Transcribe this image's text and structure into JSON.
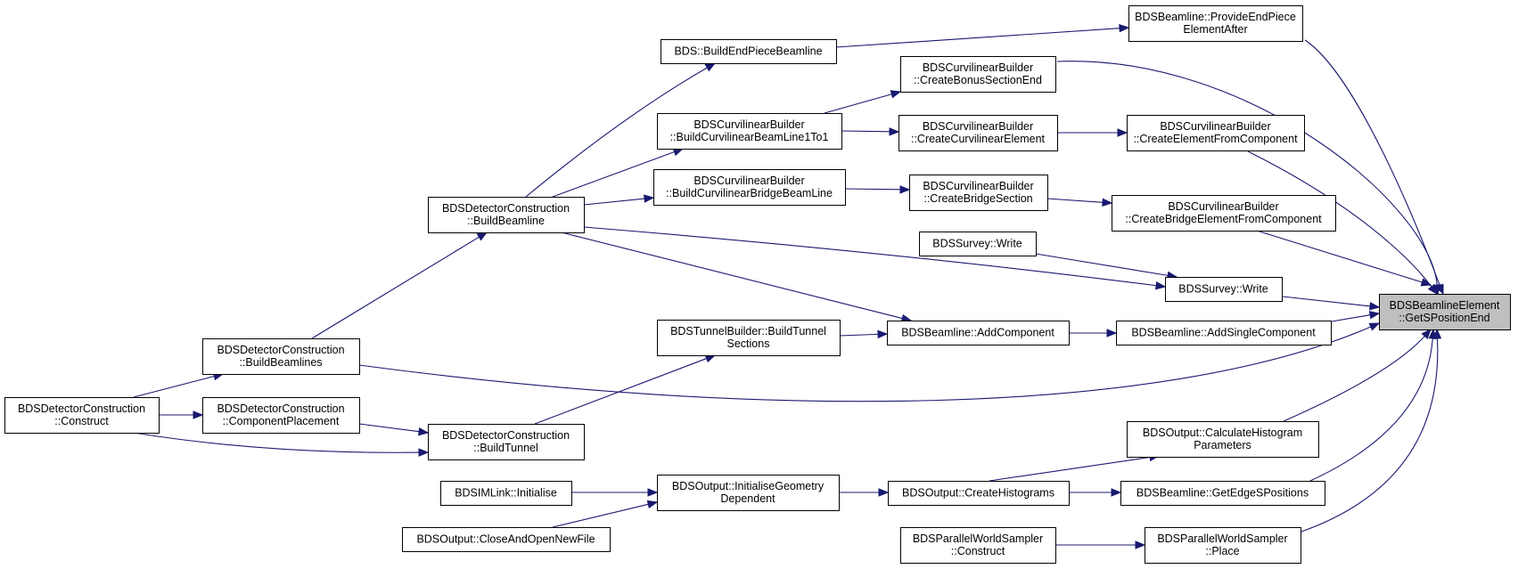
{
  "nodes": [
    {
      "id": "getspos",
      "lines": [
        "BDSBeamlineElement",
        "::GetSPositionEnd"
      ],
      "highlight": true
    },
    {
      "id": "endpiece",
      "lines": [
        "BDSBeamline::ProvideEndPiece",
        "ElementAfter"
      ]
    },
    {
      "id": "bds_buildend",
      "lines": [
        "BDS::BuildEndPieceBeamline"
      ]
    },
    {
      "id": "bonus",
      "lines": [
        "BDSCurvilinearBuilder",
        "::CreateBonusSectionEnd"
      ]
    },
    {
      "id": "buildcurv1to1",
      "lines": [
        "BDSCurvilinearBuilder",
        "::BuildCurvilinearBeamLine1To1"
      ]
    },
    {
      "id": "createcurvel",
      "lines": [
        "BDSCurvilinearBuilder",
        "::CreateCurvilinearElement"
      ]
    },
    {
      "id": "elemfromcomp",
      "lines": [
        "BDSCurvilinearBuilder",
        "::CreateElementFromComponent"
      ]
    },
    {
      "id": "buildbridge",
      "lines": [
        "BDSCurvilinearBuilder",
        "::BuildCurvilinearBridgeBeamLine"
      ]
    },
    {
      "id": "bridgesect",
      "lines": [
        "BDSCurvilinearBuilder",
        "::CreateBridgeSection"
      ]
    },
    {
      "id": "bridgeelem",
      "lines": [
        "BDSCurvilinearBuilder",
        "::CreateBridgeElementFromComponent"
      ]
    },
    {
      "id": "buildbeamline",
      "lines": [
        "BDSDetectorConstruction",
        "::BuildBeamline"
      ]
    },
    {
      "id": "survey1",
      "lines": [
        "BDSSurvey::Write"
      ]
    },
    {
      "id": "survey2",
      "lines": [
        "BDSSurvey::Write"
      ]
    },
    {
      "id": "tunnelsect",
      "lines": [
        "BDSTunnelBuilder::BuildTunnel",
        "Sections"
      ]
    },
    {
      "id": "addcomp",
      "lines": [
        "BDSBeamline::AddComponent"
      ]
    },
    {
      "id": "addsingle",
      "lines": [
        "BDSBeamline::AddSingleComponent"
      ]
    },
    {
      "id": "buildbeamlines",
      "lines": [
        "BDSDetectorConstruction",
        "::BuildBeamlines"
      ]
    },
    {
      "id": "construct",
      "lines": [
        "BDSDetectorConstruction",
        "::Construct"
      ]
    },
    {
      "id": "compplace",
      "lines": [
        "BDSDetectorConstruction",
        "::ComponentPlacement"
      ]
    },
    {
      "id": "buildtunnel",
      "lines": [
        "BDSDetectorConstruction",
        "::BuildTunnel"
      ]
    },
    {
      "id": "histparams",
      "lines": [
        "BDSOutput::CalculateHistogram",
        "Parameters"
      ]
    },
    {
      "id": "imlink",
      "lines": [
        "BDSIMLink::Initialise"
      ]
    },
    {
      "id": "initgeom",
      "lines": [
        "BDSOutput::InitialiseGeometry",
        "Dependent"
      ]
    },
    {
      "id": "createhist",
      "lines": [
        "BDSOutput::CreateHistograms"
      ]
    },
    {
      "id": "edgespos",
      "lines": [
        "BDSBeamline::GetEdgeSPositions"
      ]
    },
    {
      "id": "closeopen",
      "lines": [
        "BDSOutput::CloseAndOpenNewFile"
      ]
    },
    {
      "id": "pwsconstruct",
      "lines": [
        "BDSParallelWorldSampler",
        "::Construct"
      ]
    },
    {
      "id": "pwsplace",
      "lines": [
        "BDSParallelWorldSampler",
        "::Place"
      ]
    }
  ],
  "edges": [
    {
      "from": "endpiece",
      "to": "getspos"
    },
    {
      "from": "bonus",
      "to": "getspos"
    },
    {
      "from": "elemfromcomp",
      "to": "getspos"
    },
    {
      "from": "bridgeelem",
      "to": "getspos"
    },
    {
      "from": "survey2",
      "to": "getspos"
    },
    {
      "from": "addsingle",
      "to": "getspos"
    },
    {
      "from": "buildbeamlines",
      "to": "getspos"
    },
    {
      "from": "histparams",
      "to": "getspos"
    },
    {
      "from": "edgespos",
      "to": "getspos"
    },
    {
      "from": "pwsplace",
      "to": "getspos"
    },
    {
      "from": "bds_buildend",
      "to": "endpiece"
    },
    {
      "from": "buildcurv1to1",
      "to": "bonus"
    },
    {
      "from": "buildcurv1to1",
      "to": "createcurvel"
    },
    {
      "from": "createcurvel",
      "to": "elemfromcomp"
    },
    {
      "from": "buildbridge",
      "to": "bridgesect"
    },
    {
      "from": "bridgesect",
      "to": "bridgeelem"
    },
    {
      "from": "buildbeamline",
      "to": "bds_buildend"
    },
    {
      "from": "buildbeamline",
      "to": "buildcurv1to1"
    },
    {
      "from": "buildbeamline",
      "to": "buildbridge"
    },
    {
      "from": "buildbeamline",
      "to": "survey2"
    },
    {
      "from": "buildbeamline",
      "to": "addcomp"
    },
    {
      "from": "survey1",
      "to": "survey2"
    },
    {
      "from": "addcomp",
      "to": "addsingle"
    },
    {
      "from": "tunnelsect",
      "to": "addcomp"
    },
    {
      "from": "buildbeamlines",
      "to": "buildbeamline"
    },
    {
      "from": "construct",
      "to": "buildbeamlines"
    },
    {
      "from": "construct",
      "to": "compplace"
    },
    {
      "from": "construct",
      "to": "buildtunnel"
    },
    {
      "from": "compplace",
      "to": "buildtunnel"
    },
    {
      "from": "buildtunnel",
      "to": "tunnelsect"
    },
    {
      "from": "imlink",
      "to": "initgeom"
    },
    {
      "from": "closeopen",
      "to": "initgeom"
    },
    {
      "from": "initgeom",
      "to": "createhist"
    },
    {
      "from": "createhist",
      "to": "histparams"
    },
    {
      "from": "createhist",
      "to": "edgespos"
    },
    {
      "from": "pwsconstruct",
      "to": "pwsplace"
    }
  ]
}
